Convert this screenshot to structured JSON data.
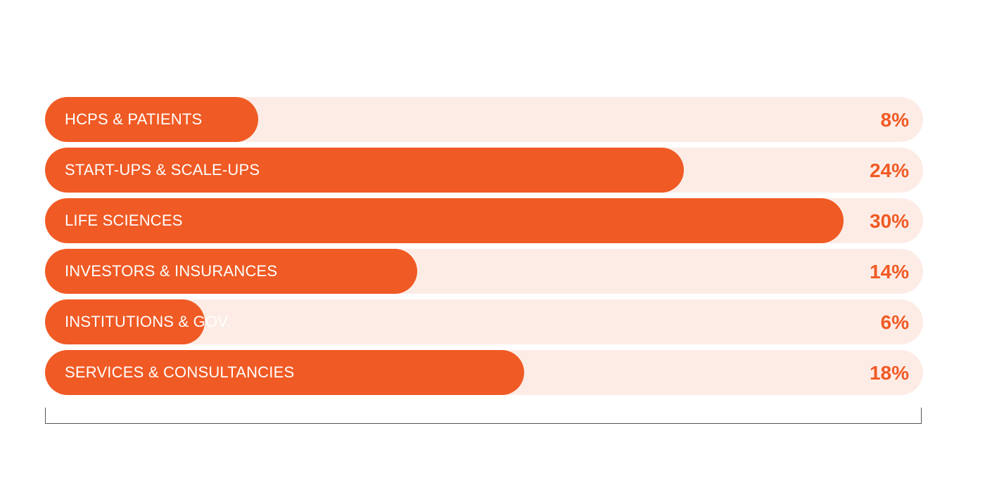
{
  "chart_data": {
    "type": "bar",
    "orientation": "horizontal",
    "categories": [
      "HCPS & PATIENTS",
      "START-UPS & SCALE-UPS",
      "LIFE SCIENCES",
      "INVESTORS & INSURANCES",
      "INSTITUTIONS & GOV.",
      "SERVICES & CONSULTANCIES"
    ],
    "values": [
      8,
      24,
      30,
      14,
      6,
      18
    ],
    "value_labels": [
      "8%",
      "24%",
      "30%",
      "14%",
      "6%",
      "18%"
    ],
    "xlim": [
      0,
      33
    ],
    "grid": false,
    "colors": {
      "bar": "#f05a24",
      "track": "#fdece6",
      "label": "#ffffff",
      "value": "#f05a24"
    }
  }
}
